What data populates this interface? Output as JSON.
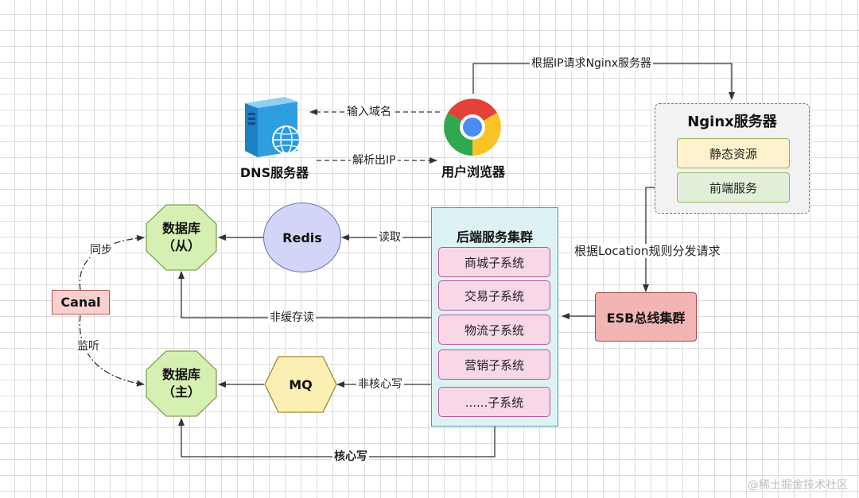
{
  "edges": {
    "browser_to_nginx": "根据IP请求Nginx服务器",
    "input_domain": "输入域名",
    "resolve_ip": "解析出IP",
    "read": "读取",
    "non_cache_read": "非缓存读",
    "non_core_write": "非核心写",
    "core_write": "核心写",
    "location_dispatch": "根据Location规则分发请求",
    "sync": "同步",
    "listen": "监听"
  },
  "nodes": {
    "dns": "DNS服务器",
    "browser": "用户浏览器",
    "nginx_title": "Nginx服务器",
    "static_resources": "静态资源",
    "frontend_service": "前端服务",
    "redis": "Redis",
    "mq": "MQ",
    "db_slave_line1": "数据库",
    "db_slave_line2": "（从）",
    "db_master_line1": "数据库",
    "db_master_line2": "（主）",
    "canal": "Canal",
    "esb": "ESB总线集群",
    "backend_title": "后端服务集群",
    "subsystems": [
      "商城子系统",
      "交易子系统",
      "物流子系统",
      "营销子系统",
      "......子系统"
    ]
  },
  "watermark": "@稀土掘金技术社区",
  "colors": {
    "nginx_bg": "#f2f2f2",
    "static_bg": "#fff2cc",
    "frontend_bg": "#e2f0d9",
    "redis_bg": "#d3d5f8",
    "mq_bg": "#fcefb4",
    "db_bg": "#d6f0b4",
    "canal_bg": "#f8d0d0",
    "esb_bg": "#f3b4b4",
    "backend_bg": "#ddf3f3",
    "subsystem_bg": "#f8d7e6"
  },
  "icons": [
    "server-globe-icon",
    "chrome-browser-icon"
  ]
}
